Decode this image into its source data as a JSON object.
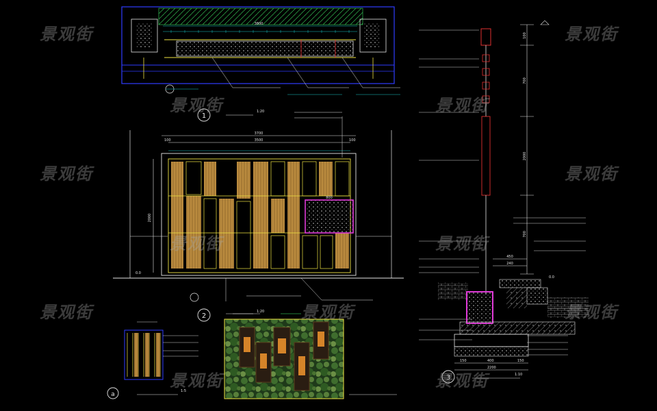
{
  "watermark": "景观街",
  "section_numbers": [
    "1",
    "2",
    "3",
    "a"
  ],
  "dimensions": {
    "plan_total": "3800",
    "elev_total_outer": "3700",
    "elev_total_inner": "3500",
    "elev_side_left": "100",
    "elev_side_right": "100",
    "elev_height": "2000",
    "planter_width": "800",
    "section_h1": "100",
    "section_h2": "700",
    "section_h3": "2000",
    "section_h4": "700",
    "section_w1": "450",
    "section_w2": "240",
    "base_w1": "150",
    "base_w2": "400",
    "base_w3": "150",
    "base_total": "2200",
    "scale_1_20a": "1:20",
    "scale_1_20b": "1:20",
    "scale_1_10": "1:10",
    "scale_1_5": "1:5",
    "level_mark": "0.0"
  },
  "colors": {
    "background": "#000000",
    "frame_blue": "#2e3cff",
    "cyan_dim": "#19c6c6",
    "yellow_line": "#f0e442",
    "wood": "#b98a3e",
    "magenta": "#e03ad8",
    "red": "#e03030",
    "white": "#e6e6e6",
    "green_hatch": "#2ea84a"
  }
}
